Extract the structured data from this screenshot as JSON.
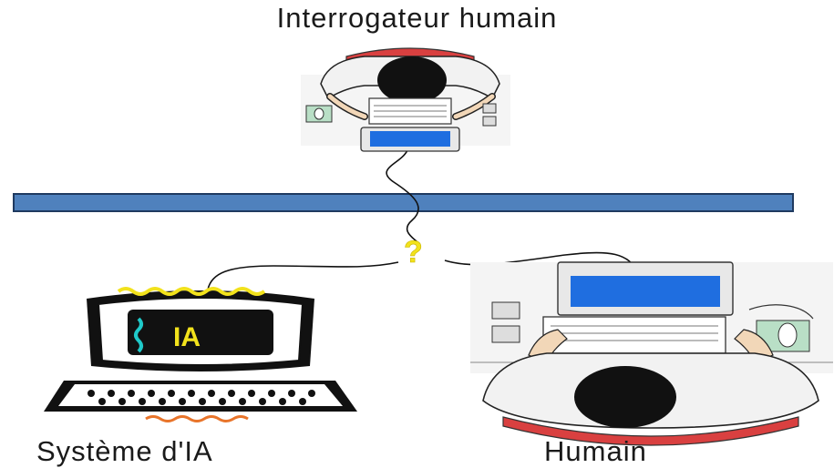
{
  "diagram": {
    "title": "Interrogateur humain",
    "ai_system_label": "Système d'IA",
    "human_label": "Humain",
    "screen_text": "IA",
    "question_mark": "?"
  },
  "colors": {
    "barrier": "#4f81bd",
    "screen_blue": "#1f6ee0",
    "question": "#f2e21c",
    "ia_screen_text": "#f2e21c",
    "hair": "#111111",
    "wire": "#111111"
  },
  "icons": {
    "interrogator": "person-at-computer-icon",
    "ai": "computer-terminal-icon",
    "human": "person-at-computer-icon"
  }
}
